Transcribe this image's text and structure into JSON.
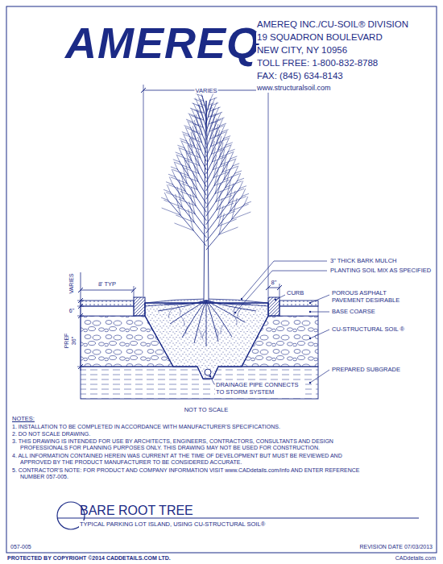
{
  "diagram": {
    "title": "BARE ROOT TREE",
    "labels": [
      "AMEREQ",
      "AMEREQ INC./CU-SOIL® DIVISION",
      "19 SQUADRON BOULEVARD",
      "NEW CITY, NY 10956",
      "TOLL FREE: 1-800-832-8788",
      "FAX: (845) 634-8143",
      "www.structuralsoil.com",
      "VARIES",
      "VARIES",
      "8' TYP",
      "6\"",
      "PREF",
      "36\"",
      "8\"",
      "3\" THICK BARK MULCH",
      "PLANTING SOIL MIX AS SPECIFIED",
      "CURB",
      "POROUS ASPHALT PAVEMENT DESIRABLE",
      "BASE COARSE",
      "CU-STRUCTURAL SOIL ®",
      "PREPARED SUBGRADE",
      "DRAINAGE PIPE CONNECTS TO STORM SYSTEM",
      "NOT TO SCALE",
      "NOTES:",
      "1. INSTALLATION TO BE COMPLETED IN ACCORDANCE WITH MANUFACTURER'S SPECIFICATIONS.",
      "2. DO NOT SCALE DRAWING.",
      "3. THIS DRAWING IS INTENDED FOR USE BY ARCHITECTS, ENGINEERS, CONTRACTORS, CONSULTANTS AND DESIGN PROFESSIONALS FOR PLANNING PURPOSES ONLY. THIS DRAWING MAY NOT BE USED FOR CONSTRUCTION.",
      "4. ALL INFORMATION CONTAINED HEREIN WAS CURRENT AT THE TIME OF DEVELOPMENT BUT MUST BE REVIEWED AND APPROVED BY THE PRODUCT MANUFACTURER TO BE CONSIDERED ACCURATE.",
      "5. CONTRACTOR'S NOTE: FOR PRODUCT AND COMPANY INFORMATION VISIT www.CADdetails.com/info AND ENTER REFERENCE NUMBER 057-005.",
      "TYPICAL PARKING LOT ISLAND, USING CU-STRUCTURAL SOIL®",
      "057-005",
      "REVISION DATE 07/03/2013",
      "PROTECTED BY COPYRIGHT ©2014 CADDETAILS.COM LTD.",
      "CADdetails.com"
    ]
  }
}
